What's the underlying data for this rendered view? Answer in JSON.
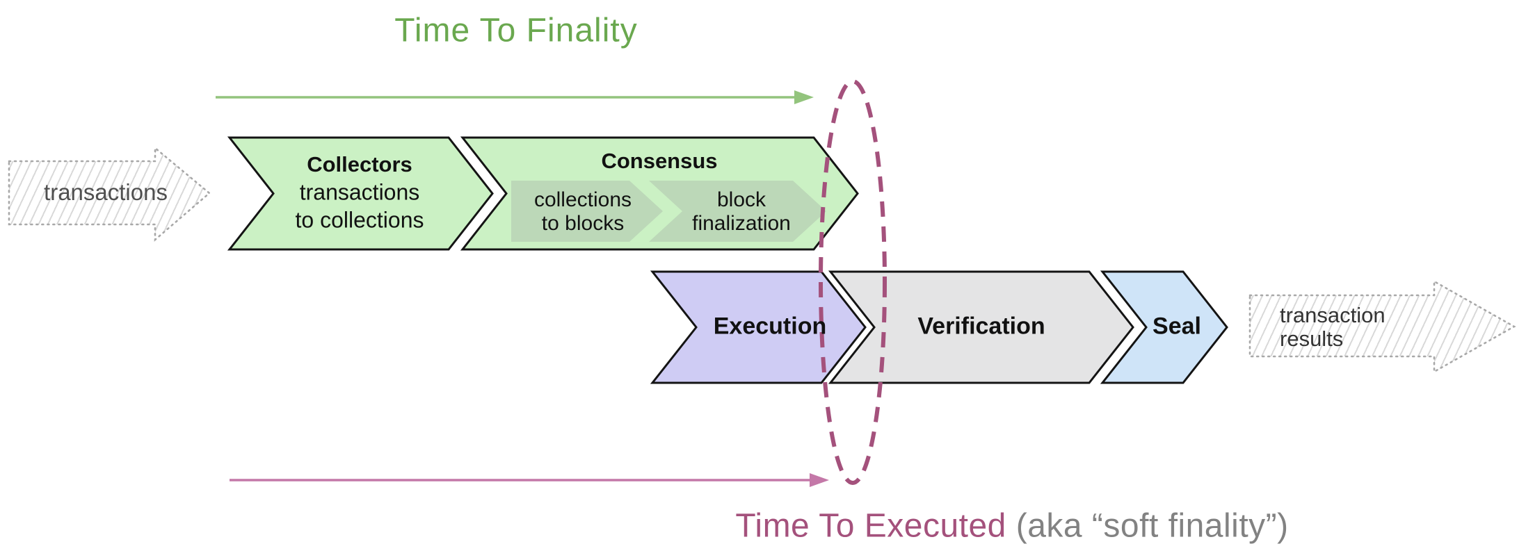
{
  "header": {
    "time_to_finality": "Time To Finality"
  },
  "footer": {
    "time_to_executed": "Time To Executed",
    "suffix": " (aka “soft finality”)"
  },
  "input_arrow": {
    "label": "transactions"
  },
  "output_arrow": {
    "line1": "transaction",
    "line2": "results"
  },
  "stages": {
    "collectors": {
      "title": "Collectors",
      "line1": "transactions",
      "line2": "to collections"
    },
    "consensus": {
      "title": "Consensus",
      "sub1": {
        "line1": "collections",
        "line2": "to blocks"
      },
      "sub2": {
        "line1": "block",
        "line2": "finalization"
      }
    },
    "execution": {
      "title": "Execution"
    },
    "verification": {
      "title": "Verification"
    },
    "seal": {
      "title": "Seal"
    }
  },
  "colors": {
    "chevron_green": "#cbf1c4",
    "sub_green": "#bcd8b8",
    "chevron_purple": "#cfccf4",
    "chevron_gray": "#e4e4e5",
    "chevron_blue": "#cfe4f8",
    "outline_black": "#141414",
    "accent_green": "#6aa84f",
    "arrow_green": "#93c47d",
    "accent_maroon": "#a4517c",
    "arrow_pink": "#c478a8",
    "caption_gray": "#828282",
    "sketch_dot": "#a8a8a8",
    "hatch_line": "#d9d9d9",
    "sketch_text": "#4f4f4f",
    "output_text": "#333333",
    "label_black": "#111111"
  }
}
